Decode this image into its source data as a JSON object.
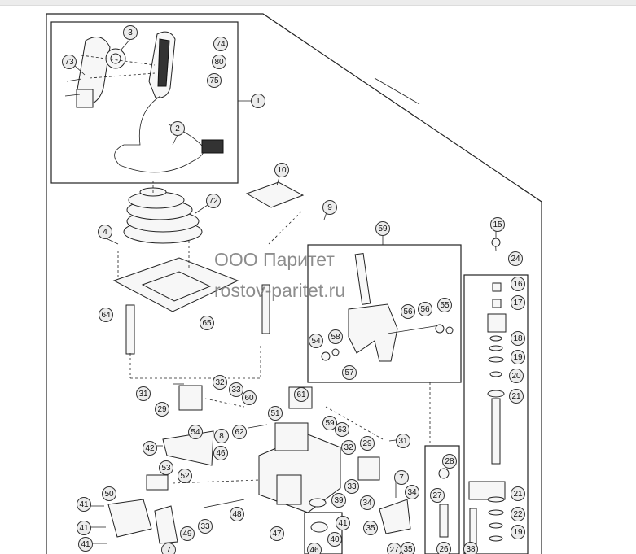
{
  "watermark": {
    "line1": "ООО Паритет",
    "line2": "rostov-paritet.ru"
  },
  "callouts": [
    "1",
    "2",
    "3",
    "4",
    "7",
    "7",
    "8",
    "9",
    "10",
    "15",
    "16",
    "17",
    "18",
    "19",
    "19",
    "20",
    "21",
    "21",
    "22",
    "24",
    "26",
    "27",
    "27",
    "28",
    "29",
    "29",
    "31",
    "31",
    "32",
    "32",
    "33",
    "33",
    "33",
    "34",
    "34",
    "35",
    "35",
    "38",
    "39",
    "40",
    "41",
    "41",
    "41",
    "41",
    "42",
    "46",
    "46",
    "47",
    "48",
    "49",
    "50",
    "51",
    "52",
    "53",
    "54",
    "54",
    "55",
    "56",
    "56",
    "57",
    "58",
    "59",
    "59",
    "60",
    "61",
    "62",
    "63",
    "64",
    "65",
    "72",
    "73",
    "74",
    "75",
    "80"
  ]
}
